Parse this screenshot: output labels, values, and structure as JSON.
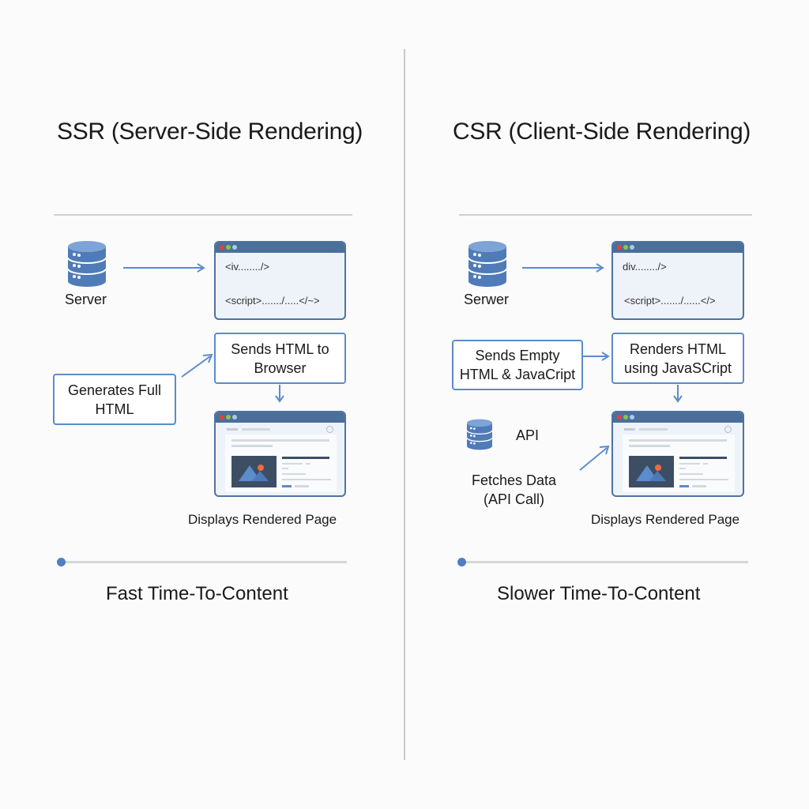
{
  "ssr": {
    "title": "SSR (Server-Side Rendering)",
    "server_label": "Server",
    "code_line_1": "<iv......../>",
    "code_line_2": "<script>......./.....</~>",
    "step_send": "Sends HTML to Browser",
    "step_generate": "Generates Full HTML",
    "rendered_caption": "Displays Rendered Page",
    "timeline_label": "Fast Time-To-Content"
  },
  "csr": {
    "title": "CSR (Client-Side Rendering)",
    "server_label": "Serwer",
    "code_line_1": "div......../>",
    "code_line_2": "<script>......./......</>",
    "step_send_empty": "Sends Empty HTML & JavaCript",
    "step_render": "Renders HTML using JavaSCript",
    "api_label": "API",
    "fetch_label_line1": "Fetches Data",
    "fetch_label_line2": "(API Call)",
    "rendered_caption": "Displays Rendered Page",
    "timeline_label": "Slower Time-To-Content"
  },
  "colors": {
    "accent": "#5b8ccb",
    "browser_bar": "#4b6f9b",
    "database": "#5a86c2",
    "dot_red": "#e8403a",
    "dot_green": "#8dc63f",
    "dot_blue": "#a9c8ec"
  }
}
